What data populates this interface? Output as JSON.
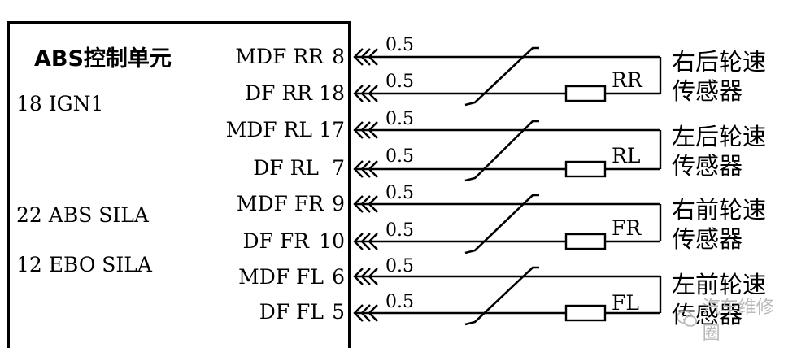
{
  "unit": {
    "title": "ABS控制单元",
    "pins": [
      {
        "text": "18 IGN1"
      },
      {
        "text": "22 ABS SILA"
      },
      {
        "text": "12 EBO SILA"
      }
    ]
  },
  "terminals": [
    {
      "label": "MDF RR",
      "pin": "8",
      "wire": "0.5"
    },
    {
      "label": "DF RR",
      "pin": "18",
      "wire": "0.5"
    },
    {
      "label": "MDF RL",
      "pin": "17",
      "wire": "0.5"
    },
    {
      "label": "DF RL",
      "pin": "7",
      "wire": "0.5"
    },
    {
      "label": "MDF FR",
      "pin": "9",
      "wire": "0.5"
    },
    {
      "label": "DF FR",
      "pin": "10",
      "wire": "0.5"
    },
    {
      "label": "MDF FL",
      "pin": "6",
      "wire": "0.5"
    },
    {
      "label": "DF FL",
      "pin": "5",
      "wire": "0.5"
    }
  ],
  "sensors": [
    {
      "code": "RR",
      "name_line1": "右后轮速",
      "name_line2": "传感器"
    },
    {
      "code": "RL",
      "name_line1": "左后轮速",
      "name_line2": "传感器"
    },
    {
      "code": "FR",
      "name_line1": "右前轮速",
      "name_line2": "传感器"
    },
    {
      "code": "FL",
      "name_line1": "左前轮速",
      "name_line2": "传感器"
    }
  ],
  "watermark": {
    "text": "汽车维修圈",
    "icon": "wechat-icon"
  }
}
